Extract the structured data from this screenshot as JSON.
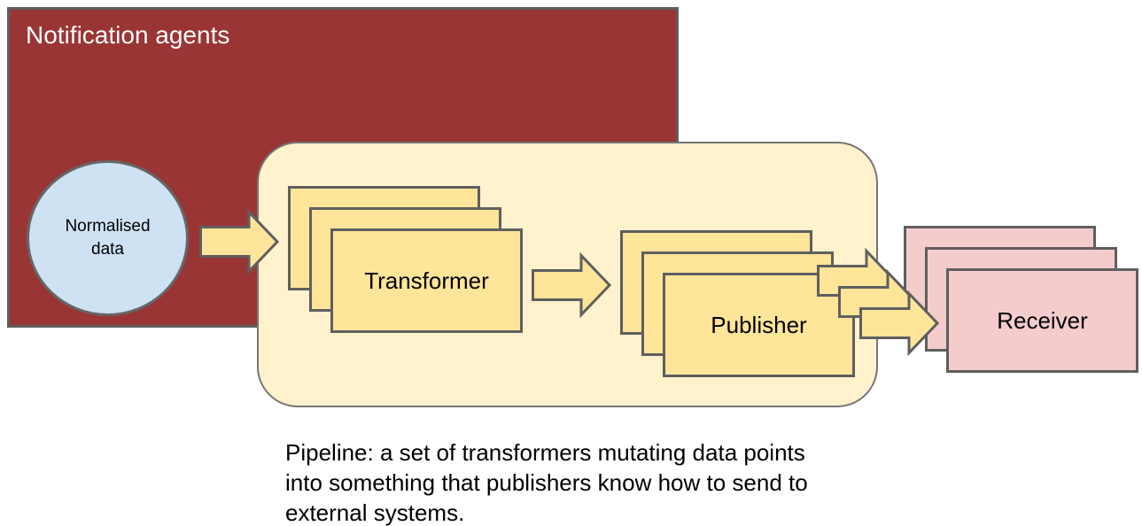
{
  "colors": {
    "canvas_bg": "#ffffff",
    "agent_fill": "#993635",
    "agent_border": "#5f5f5f",
    "pipeline_fill": "#fff2cc",
    "pipeline_border": "#757575",
    "stage_fill": "#ffe599",
    "stage_border": "#5f5f5f",
    "receiver_fill": "#f4cccc",
    "receiver_border": "#5f5f5f",
    "arrow_fill": "#ffe599",
    "arrow_border": "#5f5f5f",
    "circle_fill": "#cfe2f3",
    "circle_border": "#666666",
    "title_color": "#fdfcfc",
    "label_color": "#000000",
    "caption_color": "#000000"
  },
  "diagram": {
    "agents_group": {
      "title": "Notification agents"
    },
    "data_circle": {
      "label_line1": "Normalised",
      "label_line2": "data"
    },
    "transformer": {
      "label": "Transformer"
    },
    "publisher": {
      "label": "Publisher"
    },
    "receiver": {
      "label": "Receiver"
    },
    "caption": {
      "line1": "Pipeline: a set of transformers mutating data points",
      "line2": "into something that publishers know how to send to",
      "line3": "external systems."
    }
  }
}
